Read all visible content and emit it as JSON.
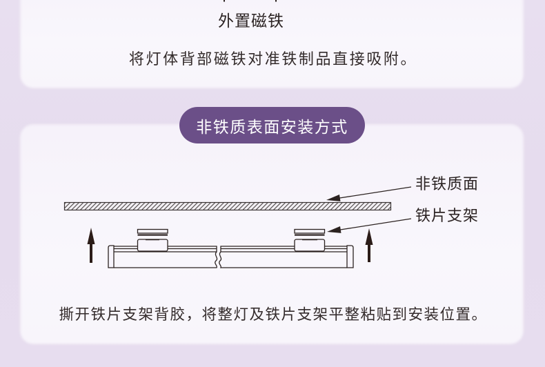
{
  "top_card": {
    "title": "外置磁铁",
    "description": "将灯体背部磁铁对准铁制品直接吸附。"
  },
  "section_badge": {
    "label": "非铁质表面安装方式"
  },
  "diagram": {
    "labels": {
      "surface": "非铁质面",
      "bracket": "铁片支架"
    },
    "icons": [
      "up-arrow-icon",
      "up-arrow-icon",
      "leader-arrow-icon",
      "leader-arrow-icon"
    ]
  },
  "bottom_card": {
    "description": "撕开铁片支架背胶，将整灯及铁片支架平整粘贴到安装位置。"
  },
  "colors": {
    "background": "#e7ddef",
    "card": "#f8f5fc",
    "badge": "#6b4f88",
    "badge_text": "#ffffff",
    "text": "#2b2323",
    "drawing_line": "#2b2220"
  }
}
